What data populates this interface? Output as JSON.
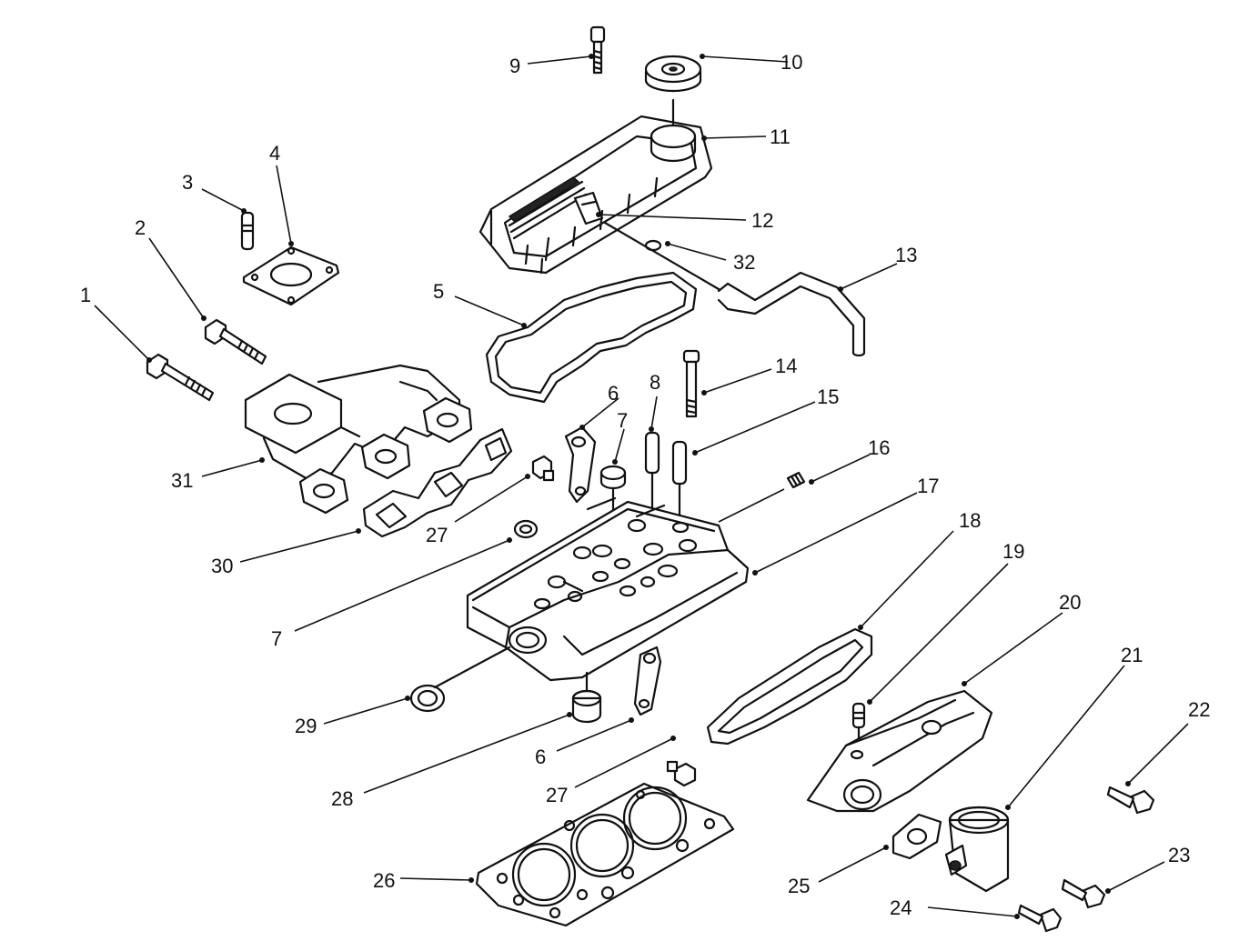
{
  "callouts": [
    {
      "id": "c1",
      "text": "1"
    },
    {
      "id": "c2",
      "text": "2"
    },
    {
      "id": "c3",
      "text": "3"
    },
    {
      "id": "c4",
      "text": "4"
    },
    {
      "id": "c5",
      "text": "5"
    },
    {
      "id": "c6a",
      "text": "6"
    },
    {
      "id": "c6b",
      "text": "6"
    },
    {
      "id": "c7a",
      "text": "7"
    },
    {
      "id": "c7b",
      "text": "7"
    },
    {
      "id": "c8",
      "text": "8"
    },
    {
      "id": "c9",
      "text": "9"
    },
    {
      "id": "c10",
      "text": "10"
    },
    {
      "id": "c11",
      "text": "11"
    },
    {
      "id": "c12",
      "text": "12"
    },
    {
      "id": "c13",
      "text": "13"
    },
    {
      "id": "c14",
      "text": "14"
    },
    {
      "id": "c15",
      "text": "15"
    },
    {
      "id": "c16",
      "text": "16"
    },
    {
      "id": "c17",
      "text": "17"
    },
    {
      "id": "c18",
      "text": "18"
    },
    {
      "id": "c19",
      "text": "19"
    },
    {
      "id": "c20",
      "text": "20"
    },
    {
      "id": "c21",
      "text": "21"
    },
    {
      "id": "c22",
      "text": "22"
    },
    {
      "id": "c23",
      "text": "23"
    },
    {
      "id": "c24",
      "text": "24"
    },
    {
      "id": "c25",
      "text": "25"
    },
    {
      "id": "c26",
      "text": "26"
    },
    {
      "id": "c27a",
      "text": "27"
    },
    {
      "id": "c27b",
      "text": "27"
    },
    {
      "id": "c28",
      "text": "28"
    },
    {
      "id": "c29",
      "text": "29"
    },
    {
      "id": "c30",
      "text": "30"
    },
    {
      "id": "c31",
      "text": "31"
    },
    {
      "id": "c32",
      "text": "32"
    }
  ]
}
